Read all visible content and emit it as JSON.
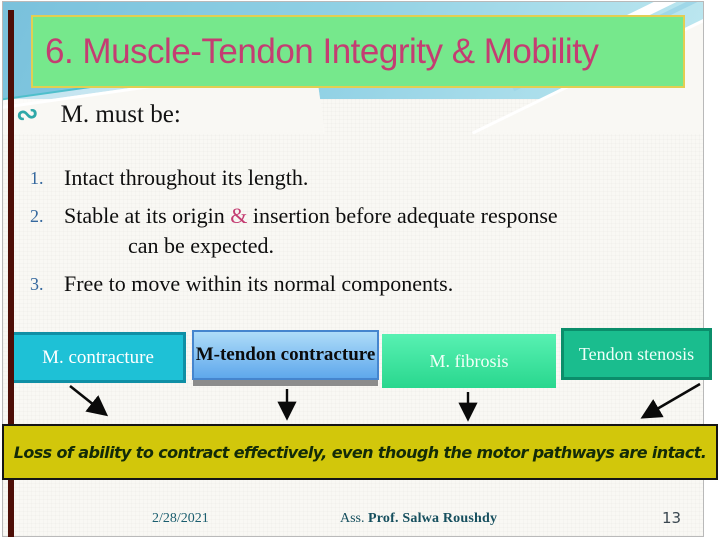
{
  "slide": {
    "title": "6. Muscle-Tendon Integrity & Mobility",
    "intro": {
      "bullet_icon": {
        "name": "ornament-bullet-icon",
        "glyph": "∾"
      },
      "text": "M. must be:"
    },
    "list": {
      "item1": {
        "num": "1.",
        "text": "Intact  throughout its length."
      },
      "item2": {
        "num": "2.",
        "before_amp": "Stable at its origin ",
        "amp": "&",
        "after_amp": " insertion before adequate  response",
        "line2": "can be expected."
      },
      "item3": {
        "num": "3.",
        "text": "Free to move within its normal components."
      }
    },
    "boxes": [
      {
        "label": "M. contracture",
        "bg": "#1EC1D6",
        "border": "#0F8FA5",
        "text_color": "#FFFFFF"
      },
      {
        "label": "M-tendon contracture",
        "bg_top": "#AEDCF8",
        "bg_bottom": "#5FA8EC",
        "border": "#4585CE",
        "text_color": "#0B0B0B",
        "shadow": "#8C8C8C"
      },
      {
        "label": "M. fibrosis",
        "bg_top": "#58F1B2",
        "bg_bottom": "#29D78E",
        "text_color": "#F2FFF8"
      },
      {
        "label": "Tendon stenosis",
        "bg": "#1ABD8E",
        "border": "#0B8E6B",
        "text_color": "#EFFFF9"
      }
    ],
    "banner": {
      "text": "Loss of ability to contract effectively, even though the motor pathways are intact.",
      "bg": "#D2C70B",
      "text_color": "#132B08"
    },
    "footer": {
      "date": "2/28/2021",
      "credit_prefix": "Ass. ",
      "credit_bold": "Prof.  Salwa Roushdy",
      "page": "13"
    },
    "colors": {
      "title_bg": "#76E88C",
      "title_text": "#C43D72",
      "title_border": "#E2CE52",
      "bullet_accent": "#2FA8A8",
      "list_number": "#35689E",
      "ampersand": "#C43D72",
      "left_bar": "#4D0E07",
      "sky": "#8CCBE0",
      "footer_text": "#1A5D6E"
    }
  }
}
